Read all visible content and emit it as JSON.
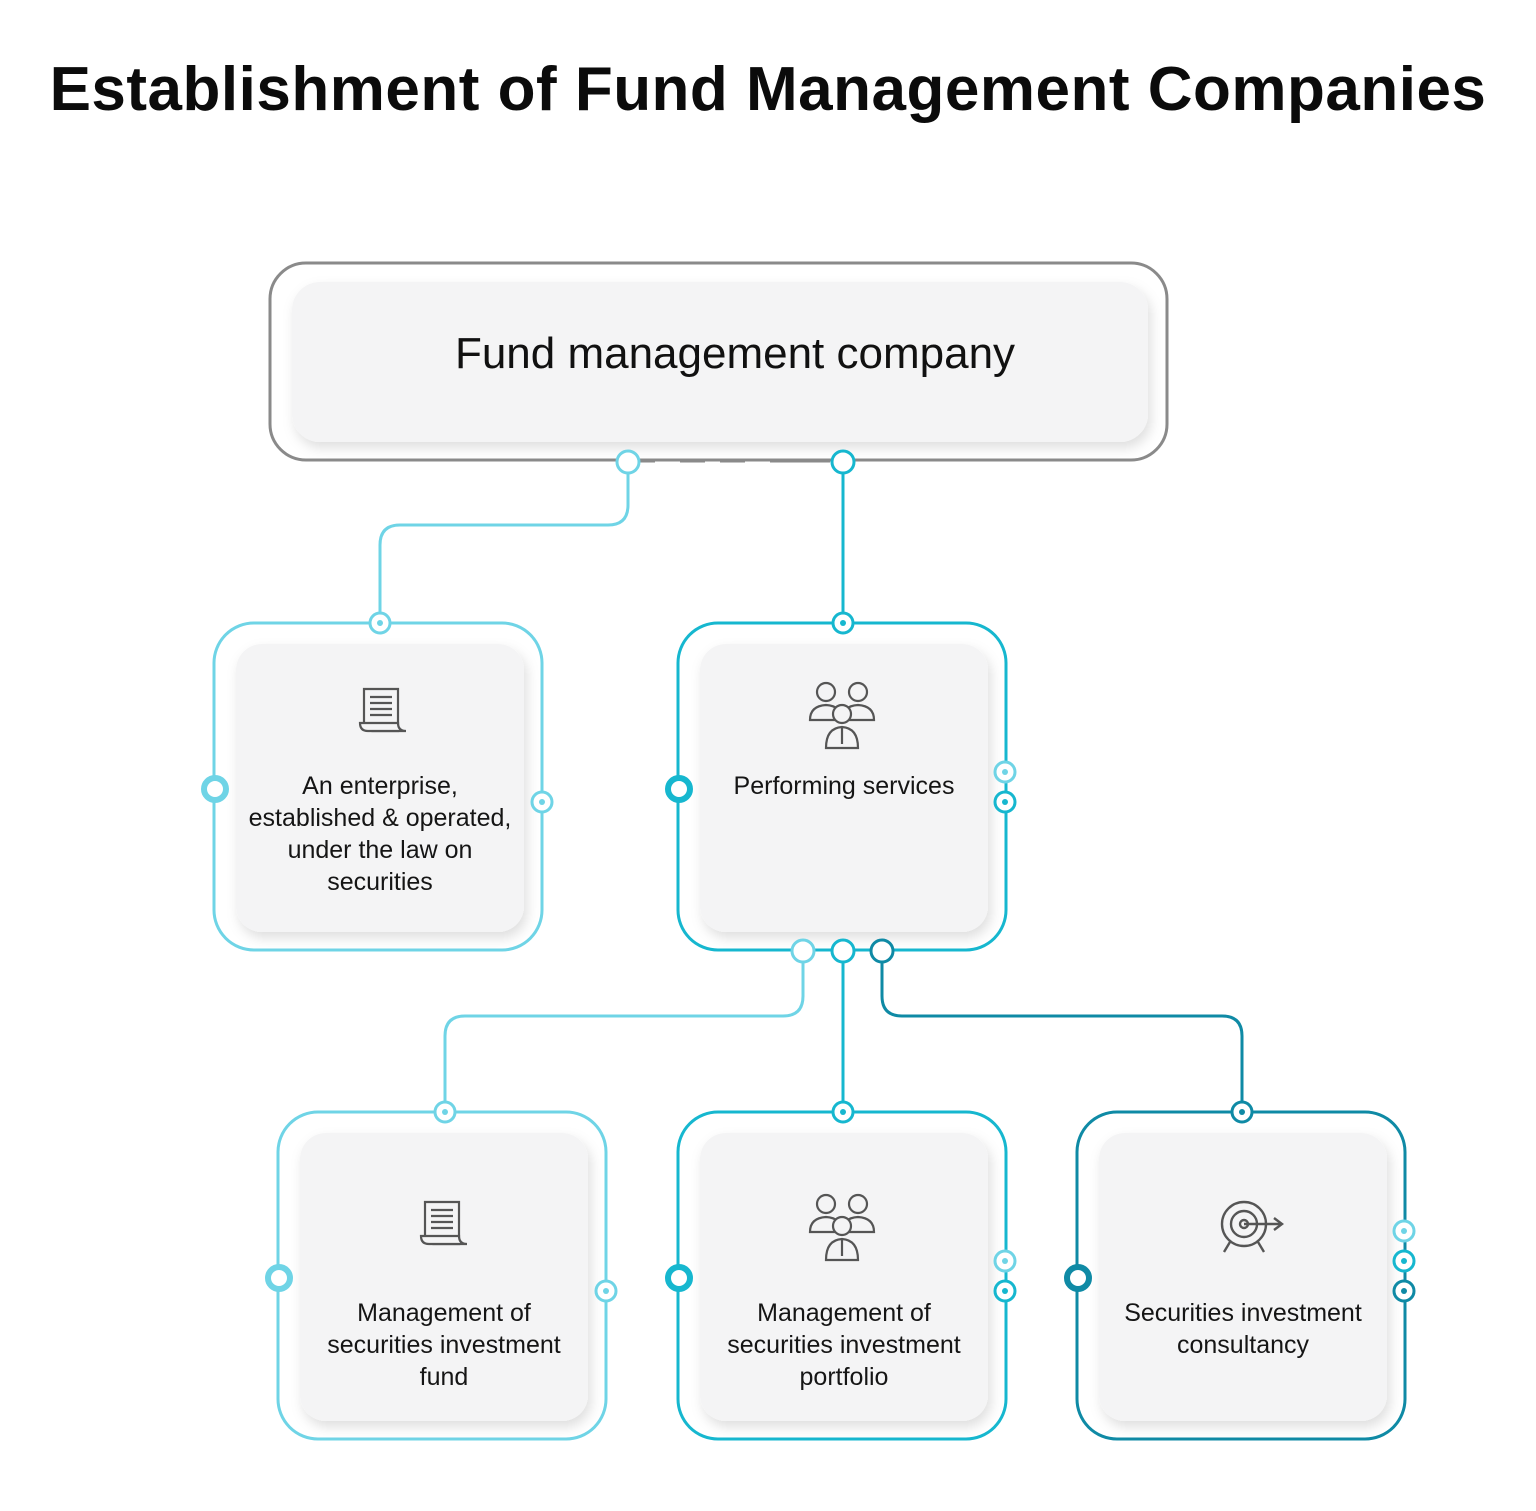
{
  "title": "Establishment of Fund Management Companies",
  "colors": {
    "light": "#6fd4e6",
    "mid": "#16b7cf",
    "dark": "#0f8aa5",
    "root_border": "#8a8a8a",
    "card_fill": "#f4f4f5"
  },
  "root": {
    "label": "Fund management company"
  },
  "level1": [
    {
      "label": "An enterprise, established & operated, under the law on securities",
      "icon": "document-icon"
    },
    {
      "label": "Performing services",
      "icon": "people-group-icon"
    }
  ],
  "level2": [
    {
      "label": "Management of securities investment fund",
      "icon": "document-icon"
    },
    {
      "label": "Management of securities investment portfolio",
      "icon": "people-group-icon"
    },
    {
      "label": "Securities investment consultancy",
      "icon": "target-icon"
    }
  ]
}
